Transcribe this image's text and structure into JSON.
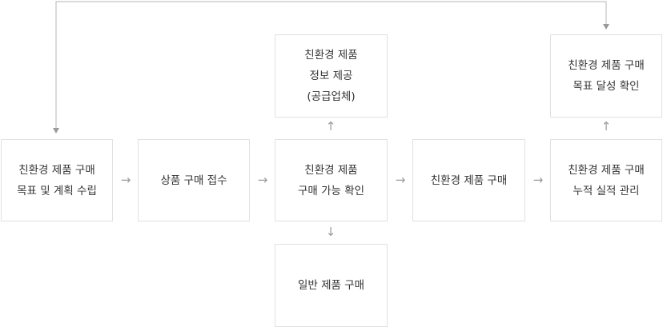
{
  "steps": {
    "goal": "친환경 제품 구매\n목표 및 계획 수립",
    "receive": "상품 구매 접수",
    "check": "친환경 제품\n구매 가능 확인",
    "purchase": "친환경 제품 구매",
    "record": "친환경 제품 구매\n누적 실적 관리",
    "info": "친환경 제품\n정보 제공\n(공급업체)",
    "general": "일반 제품 구매",
    "confirm": "친환경 제품 구매\n목표 달성 확인"
  },
  "arrows": {
    "right": "→",
    "up": "↑",
    "down": "↓"
  },
  "colors": {
    "border": "#e1e1e1",
    "line": "#b5b5b5",
    "text": "#333333"
  }
}
